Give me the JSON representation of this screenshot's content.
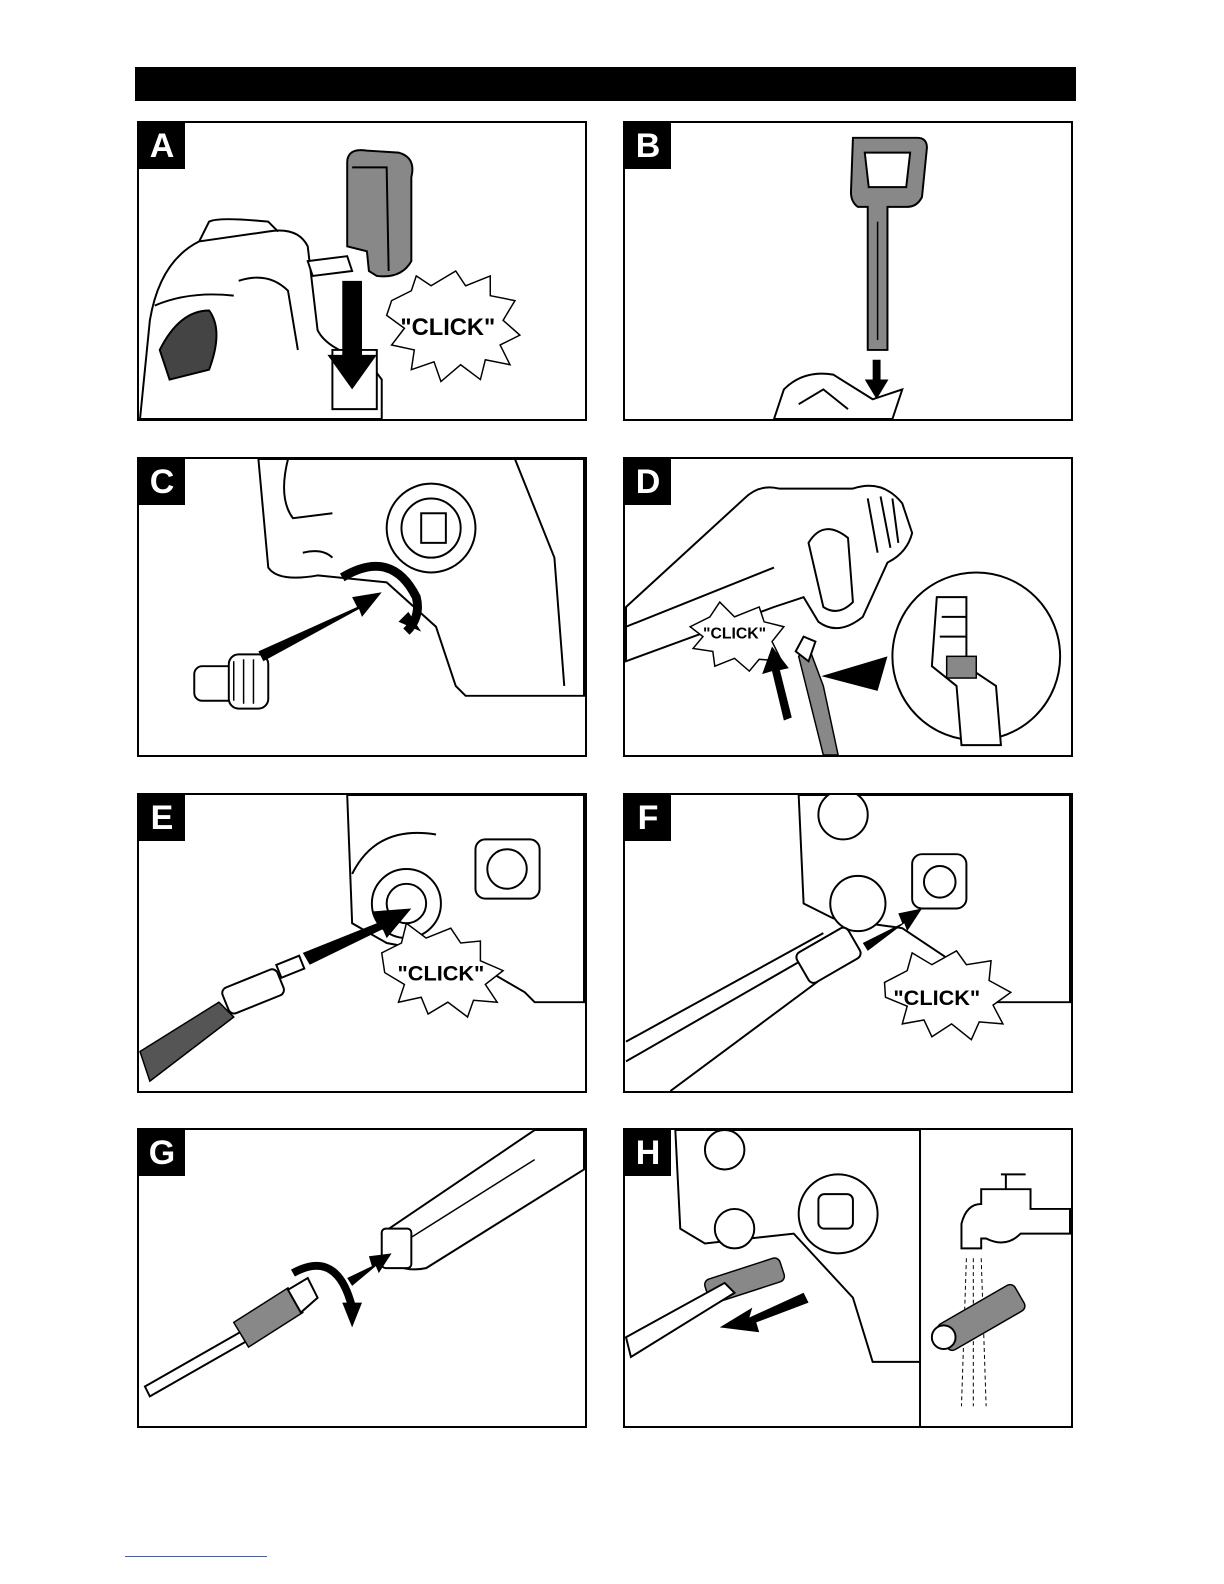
{
  "panels": [
    {
      "letter": "A",
      "callout": "\"CLICK\""
    },
    {
      "letter": "B"
    },
    {
      "letter": "C"
    },
    {
      "letter": "D",
      "callout": "\"CLICK\""
    },
    {
      "letter": "E",
      "callout": "\"CLICK\""
    },
    {
      "letter": "F",
      "callout": "\"CLICK\""
    },
    {
      "letter": "G"
    },
    {
      "letter": "H"
    }
  ]
}
